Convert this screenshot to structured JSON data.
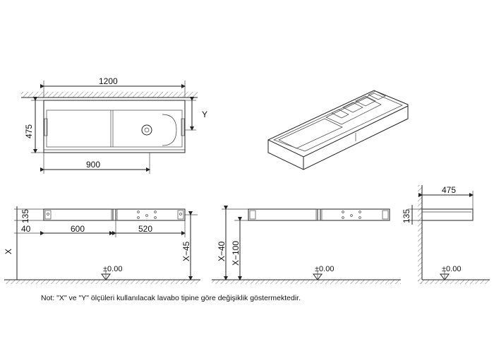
{
  "dimensions": {
    "width_total": "1200",
    "depth": "475",
    "offset_y": "Y",
    "drawer_width": "900",
    "height_panel": "135",
    "side_gap": "40",
    "drawer_front_1": "600",
    "drawer_front_2": "520",
    "height_x": "X",
    "x_minus_45": "X−45",
    "x_minus_40": "X−40",
    "x_minus_100": "X−100",
    "side_depth": "475",
    "side_height": "135"
  },
  "floor_levels": {
    "front_1": "±0.00",
    "front_2": "±0.00",
    "side": "±0.00"
  },
  "note": "Not: \"X\" ve \"Y\" ölçüleri kullanılacak lavabo tipine göre değişiklik göstermektedir."
}
